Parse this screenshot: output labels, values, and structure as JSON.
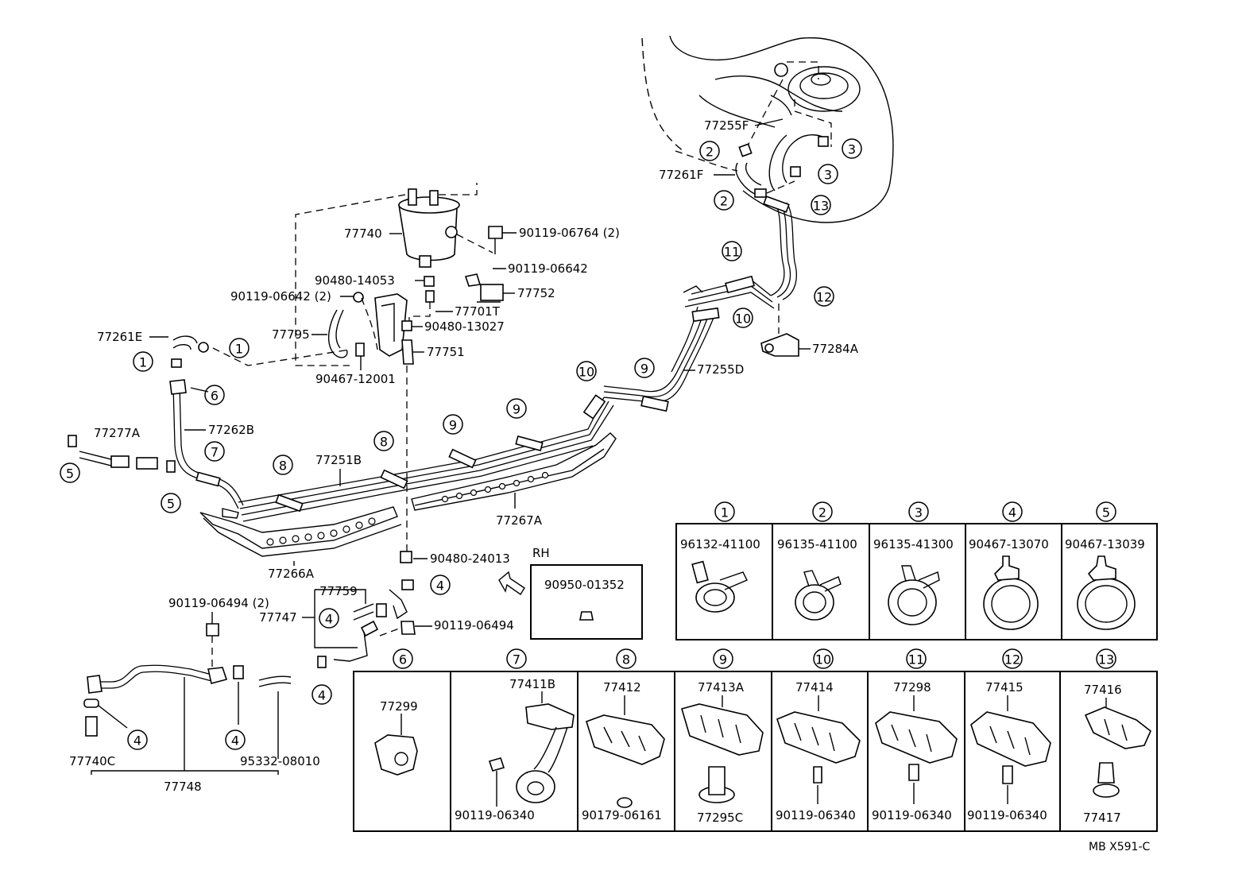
{
  "labels": {
    "l77255F": "77255F",
    "l77261F": "77261F",
    "l77740": "77740",
    "l90119_06764": "90119-06764 (2)",
    "l90119_06642": "90119-06642",
    "l90480_14053": "90480-14053",
    "l77752": "77752",
    "l90119_06642_2": "90119-06642 (2)",
    "l77701T": "77701T",
    "l77795": "77795",
    "l90480_13027": "90480-13027",
    "l77261E": "77261E",
    "l77751": "77751",
    "l90467_12001": "90467-12001",
    "l77284A": "77284A",
    "l77255D": "77255D",
    "l77262B": "77262B",
    "l77277A": "77277A",
    "l77251B": "77251B",
    "l77267A": "77267A",
    "l77266A": "77266A",
    "l90480_24013": "90480-24013",
    "lRH": "RH",
    "l90950_01352": "90950-01352",
    "l90119_06494_2": "90119-06494 (2)",
    "l77759": "77759",
    "l77747": "77747",
    "l90119_06494": "90119-06494",
    "l77740C": "77740C",
    "l77748": "77748",
    "l95332_08010": "95332-08010",
    "footer": "MB  X591-C"
  },
  "callouts": {
    "c1": "1",
    "c2": "2",
    "c3": "3",
    "c4": "4",
    "c5": "5",
    "c6": "6",
    "c7": "7",
    "c8": "8",
    "c9": "9",
    "c10": "10",
    "c11": "11",
    "c12": "12",
    "c13": "13"
  },
  "clip_table": {
    "cell1": "96132-41100",
    "cell2": "96135-41100",
    "cell3": "96135-41300",
    "cell4": "90467-13070",
    "cell5": "90467-13039",
    "cell6": "77299",
    "cell7a": "77411B",
    "cell7b": "90119-06340",
    "cell8a": "77412",
    "cell8b": "90179-06161",
    "cell9a": "77413A",
    "cell9b": "77295C",
    "cell10a": "77414",
    "cell10b": "90119-06340",
    "cell11a": "77298",
    "cell11b": "90119-06340",
    "cell12a": "77415",
    "cell12b": "90119-06340",
    "cell13a": "77416",
    "cell13b": "77417"
  }
}
